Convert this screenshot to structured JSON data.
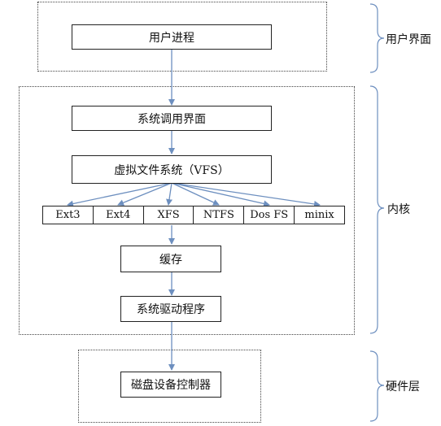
{
  "regions": {
    "user_space": "用户界面",
    "kernel": "内核",
    "hardware": "硬件层"
  },
  "nodes": {
    "user_process": "用户进程",
    "syscall_interface": "系统调用界面",
    "vfs": "虚拟文件系统（VFS）",
    "cache": "缓存",
    "driver": "系统驱动程序",
    "disk_controller": "磁盘设备控制器"
  },
  "filesystems": [
    "Ext3",
    "Ext4",
    "XFS",
    "NTFS",
    "Dos FS",
    "minix"
  ],
  "colors": {
    "arrow": "#6d8fbf",
    "border": "#222222"
  }
}
